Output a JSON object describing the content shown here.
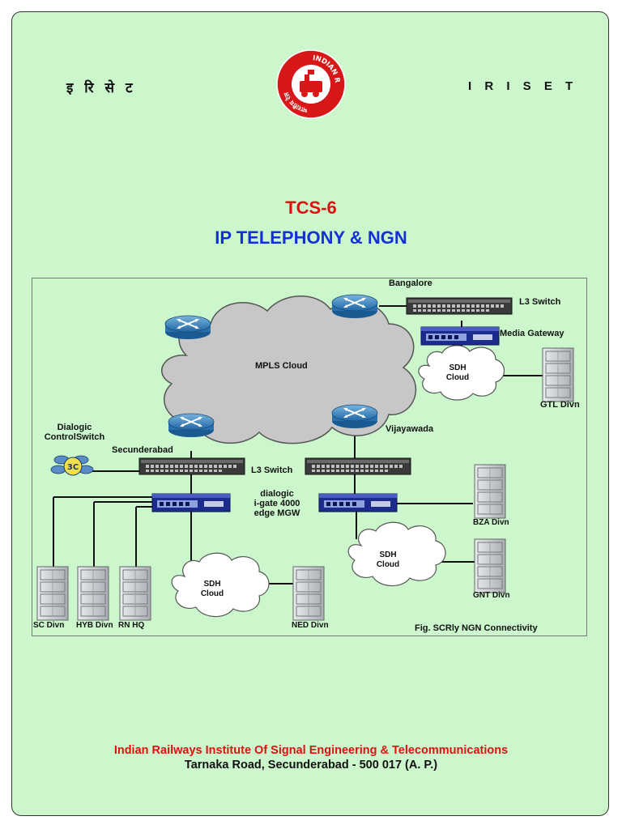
{
  "header": {
    "hindi_title": "इ रि से ट",
    "latin_title": "I R I S E T",
    "logo_text_top": "INDIAN RAILWAYS",
    "logo_text_left": "भारतीय रेल"
  },
  "cover": {
    "code": "TCS-6",
    "title": "IP TELEPHONY & NGN"
  },
  "diagram": {
    "bangalore": "Bangalore",
    "l3_switch_top": "L3 Switch",
    "media_gateway": "Media Gateway",
    "mpls_cloud": "MPLS Cloud",
    "sdh_cloud_top": "SDH\nCloud",
    "gtl_divn": "GTL Divn",
    "vijayawada": "Vijayawada",
    "dialogic_controlswitch": "Dialogic\nControlSwitch",
    "secunderabad": "Secunderabad",
    "l3_switch_mid": "L3 Switch",
    "dialogic_mgw": "dialogic\ni-gate 4000\nedge MGW",
    "bza_divn": "BZA Divn",
    "sdh_cloud_right": "SDH\nCloud",
    "gnt_divn": "GNT Divn",
    "sdh_cloud_left": "SDH\nCloud",
    "sc_divn": "SC Divn",
    "hyb_divn": "HYB Divn",
    "rn_hq": "RN HQ",
    "ned_divn": "NED Divn",
    "caption": "Fig. SCRly NGN Connectivity"
  },
  "footer": {
    "institute": "Indian Railways Institute Of Signal Engineering & Telecommunications",
    "address": "Tarnaka Road, Secunderabad - 500 017 (A. P.)"
  },
  "colors": {
    "background": "#ccf7cc",
    "accent_red": "#e01010",
    "accent_blue": "#1530d8"
  }
}
